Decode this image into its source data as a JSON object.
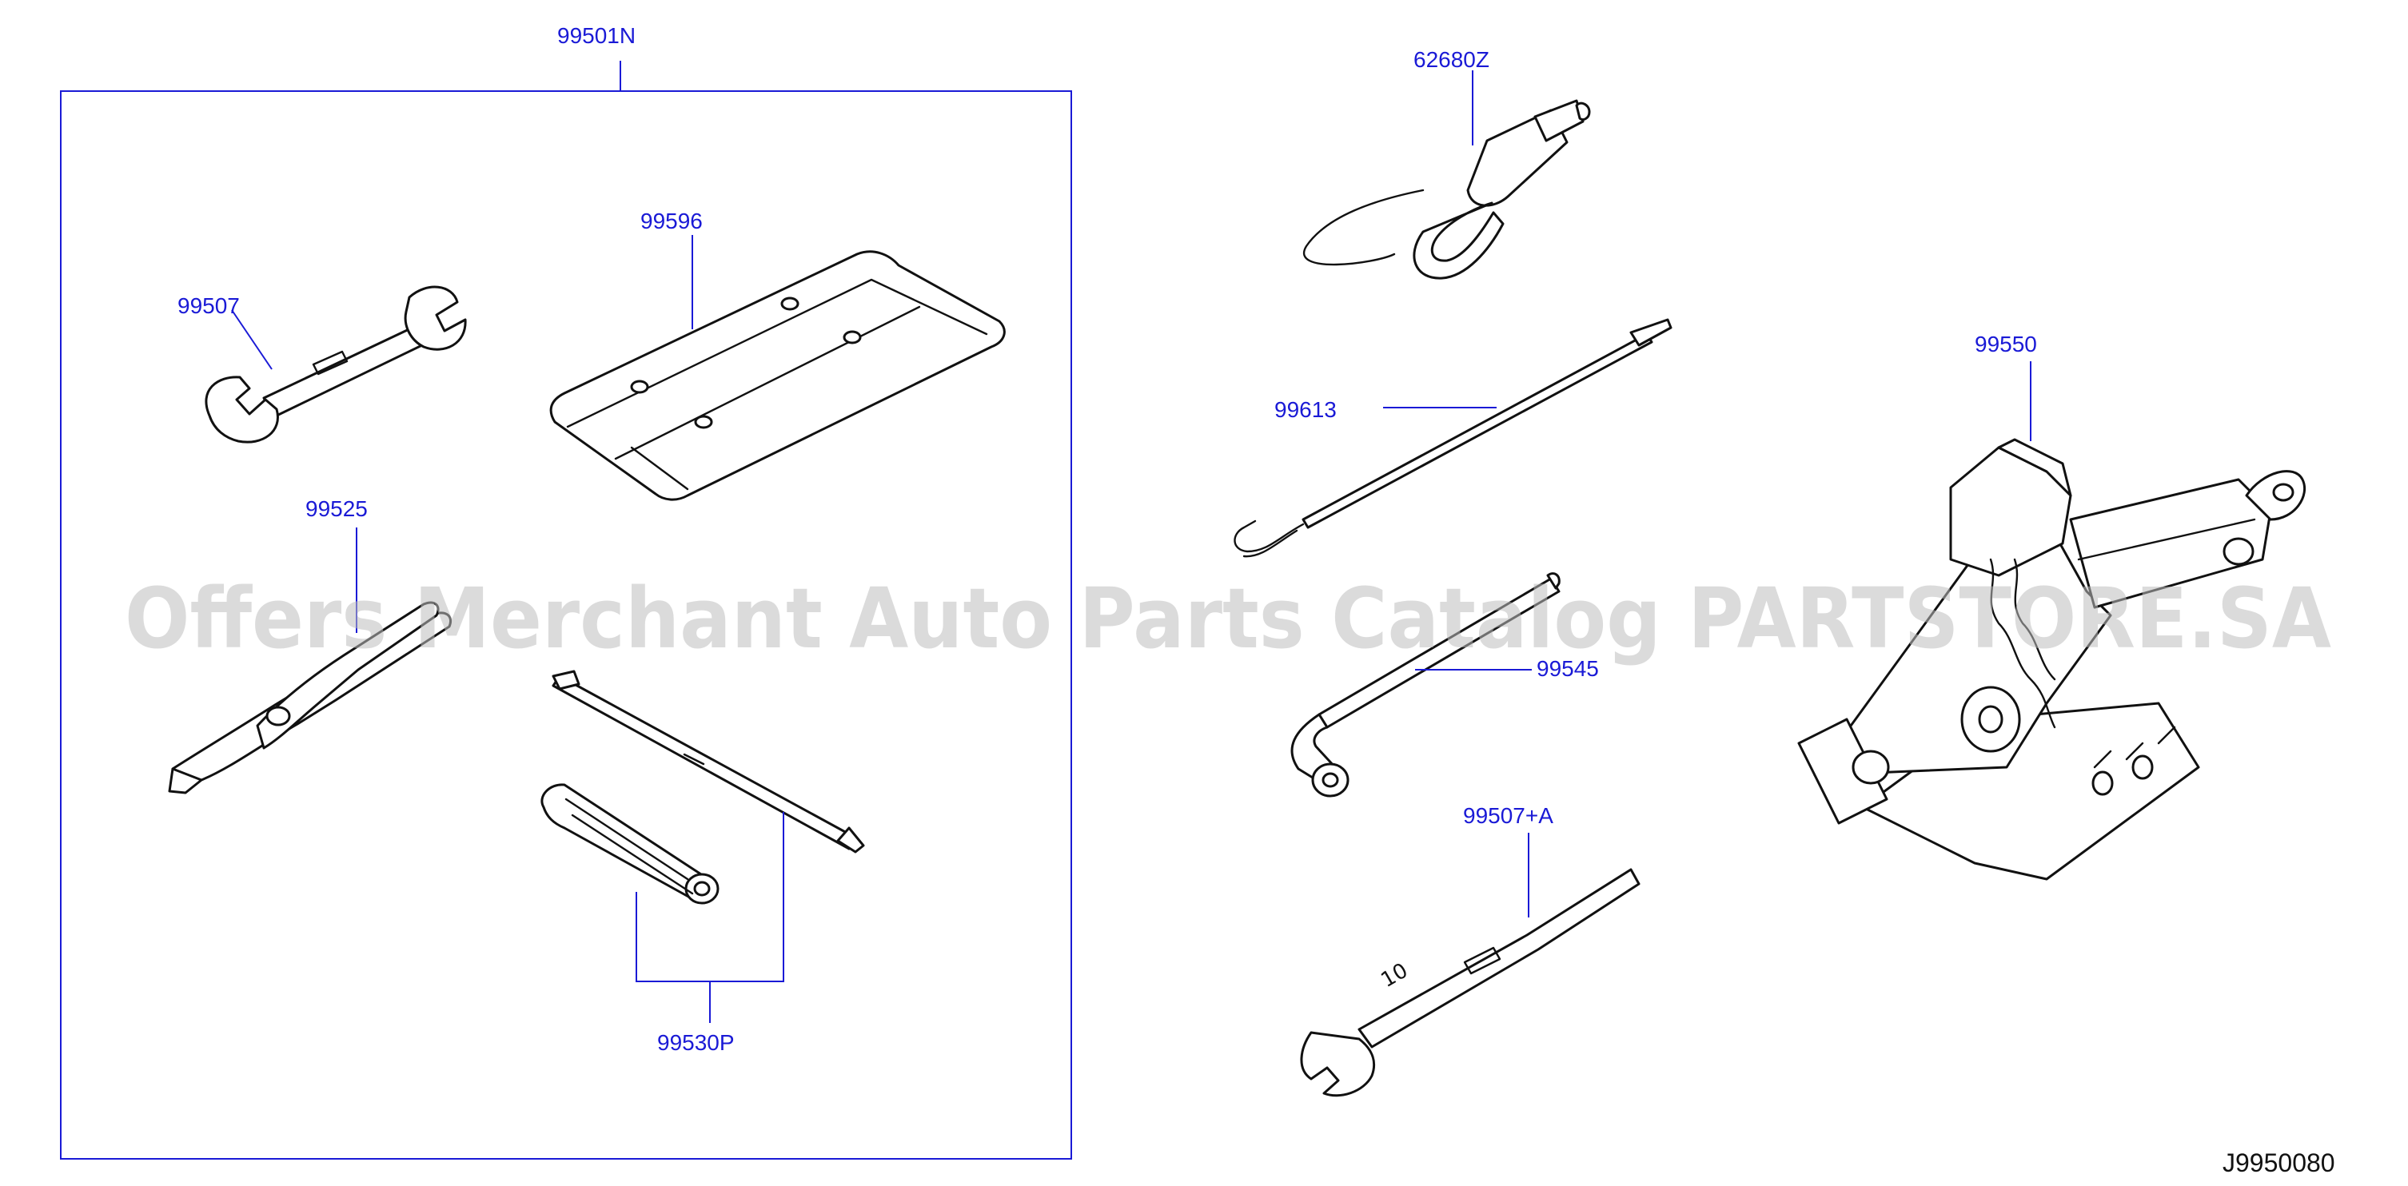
{
  "diagram": {
    "reference_code": "J9950080",
    "watermark": "Offers Merchant Auto Parts Catalog PARTSTORE.SA",
    "kit": {
      "label": "99501N"
    },
    "parts": {
      "wrench_small": {
        "label": "99507",
        "icon": "open-end-wrench"
      },
      "tool_bag": {
        "label": "99596",
        "icon": "tool-bag-tray"
      },
      "pliers": {
        "label": "99525",
        "icon": "pliers"
      },
      "screwdriver_set": {
        "label": "99530P",
        "icon": "screwdriver-and-handle"
      },
      "tow_hook": {
        "label": "62680Z",
        "icon": "tow-hook-eye"
      },
      "jack_rod": {
        "label": "99613",
        "icon": "jack-handle-rod"
      },
      "wheel_wrench": {
        "label": "99545",
        "icon": "wheel-nut-wrench"
      },
      "wrench_10": {
        "label": "99507+A",
        "icon": "wrench-10mm",
        "engraving": "10"
      },
      "jack": {
        "label": "99550",
        "icon": "scissor-jack"
      }
    },
    "colors": {
      "label": "#1a1ad6",
      "line": "#111111",
      "frame": "#1a1ad6",
      "watermark": "#bdbdbd"
    }
  }
}
